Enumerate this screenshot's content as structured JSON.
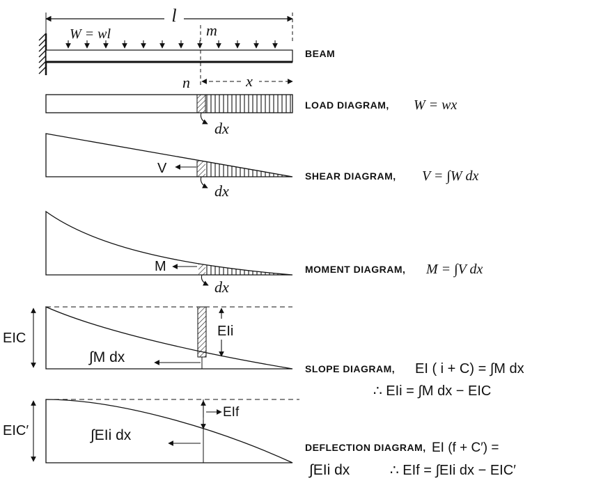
{
  "beam": {
    "span_label": "l",
    "load_label": "W = wl",
    "point_m": "m",
    "point_n": "n",
    "dist_x": "x",
    "name": "BEAM"
  },
  "load": {
    "dx": "dx",
    "caption_prefix": "LOAD DIAGRAM,",
    "caption_eq": "W = wx"
  },
  "shear": {
    "v": "V",
    "dx": "dx",
    "caption_prefix": "SHEAR DIAGRAM,",
    "caption_eq": "V = ∫W dx"
  },
  "moment": {
    "m": "M",
    "dx": "dx",
    "caption_prefix": "MOMENT DIAGRAM,",
    "caption_eq": "M = ∫V dx"
  },
  "slope": {
    "eic": "EIC",
    "eii": "EIi",
    "integral": "∫M dx",
    "caption_prefix": "SLOPE DIAGRAM,",
    "caption_eq": "EI ( i + C) = ∫M dx",
    "caption_line2": "∴ EIi = ∫M dx − EIC"
  },
  "deflection": {
    "eic_prime": "EIC′",
    "eif": "EIf",
    "integral": "∫EIi dx",
    "caption_prefix": "DEFLECTION DIAGRAM,",
    "caption_eq": "EI (f + C′) =",
    "caption_line2a": "∫EIi dx",
    "caption_line2b": "∴ EIf = ∫EIi dx − EIC′"
  }
}
